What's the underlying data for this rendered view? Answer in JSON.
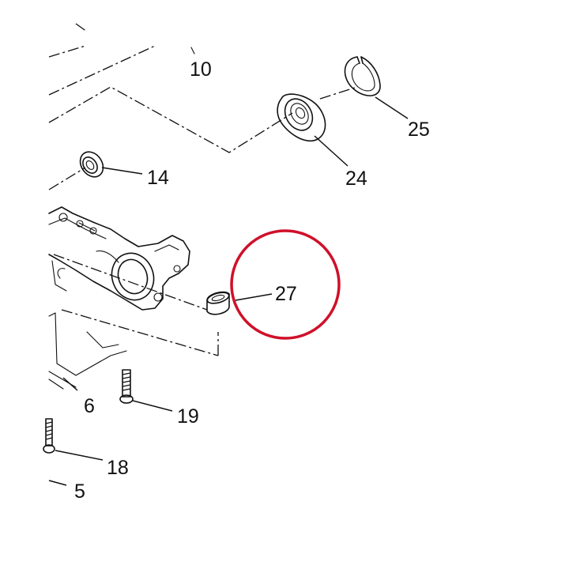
{
  "diagram": {
    "callouts": {
      "p10": "10",
      "p14": "14",
      "p24": "24",
      "p25": "25",
      "p27": "27",
      "p6": "6",
      "p19": "19",
      "p18": "18",
      "p5": "5"
    },
    "highlight": {
      "target": "27",
      "color": "#d0102a"
    },
    "colors": {
      "line": "#111111",
      "background": "#ffffff"
    }
  }
}
